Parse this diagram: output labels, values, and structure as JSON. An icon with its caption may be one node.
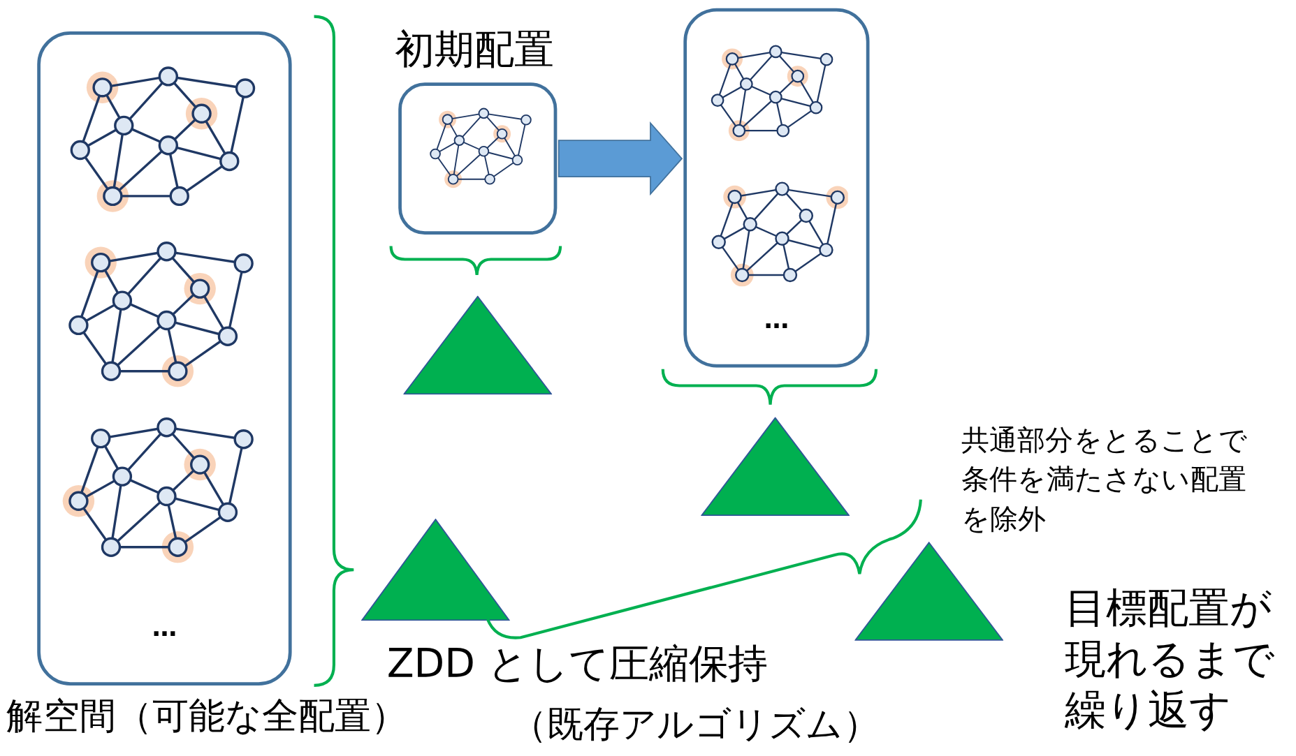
{
  "diagram": {
    "nodes": [
      {
        "text": [
          "…",
          "解空間（可能な全配置）"
        ]
      },
      {
        "text": [
          "初期配置"
        ]
      },
      {
        "text": [
          "…"
        ]
      },
      {
        "text": [],
        "shape": "triangle"
      },
      {
        "text": [],
        "shape": "triangle"
      },
      {
        "text": [],
        "shape": "triangle"
      },
      {
        "text": [],
        "shape": "triangle"
      }
    ],
    "edges": [
      {
        "from": 1,
        "to": 2,
        "arrow": "to",
        "style": "thick",
        "color": "#5b9bd5"
      }
    ],
    "labels": [
      "共通部分をとることで条件を満たさない配置を除外",
      "ZDD として圧縮保持",
      "（既存アルゴリズム）",
      "目標配置が現れるまで繰り返す"
    ]
  }
}
